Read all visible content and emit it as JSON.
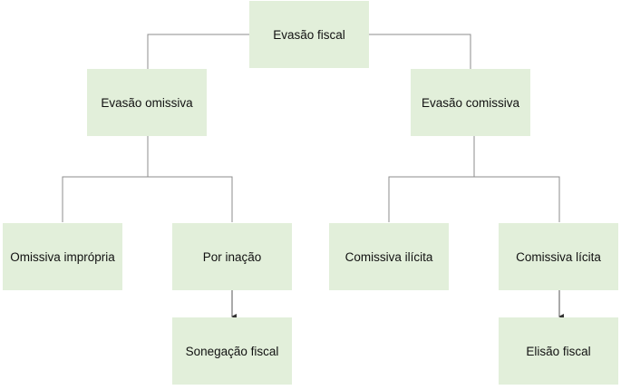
{
  "colors": {
    "box_fill": "#e2efda",
    "connector": "#8c8c8c",
    "arrow": "#333333"
  },
  "nodes": {
    "root": "Evasão fiscal",
    "omissiva": "Evasão omissiva",
    "comissiva": "Evasão comissiva",
    "omissiva_impropria": "Omissiva imprópria",
    "por_inacao": "Por inação",
    "comissiva_ilicita": "Comissiva ilícita",
    "comissiva_licita": "Comissiva lícita",
    "sonegacao": "Sonegação fiscal",
    "elisao": "Elisão fiscal"
  }
}
